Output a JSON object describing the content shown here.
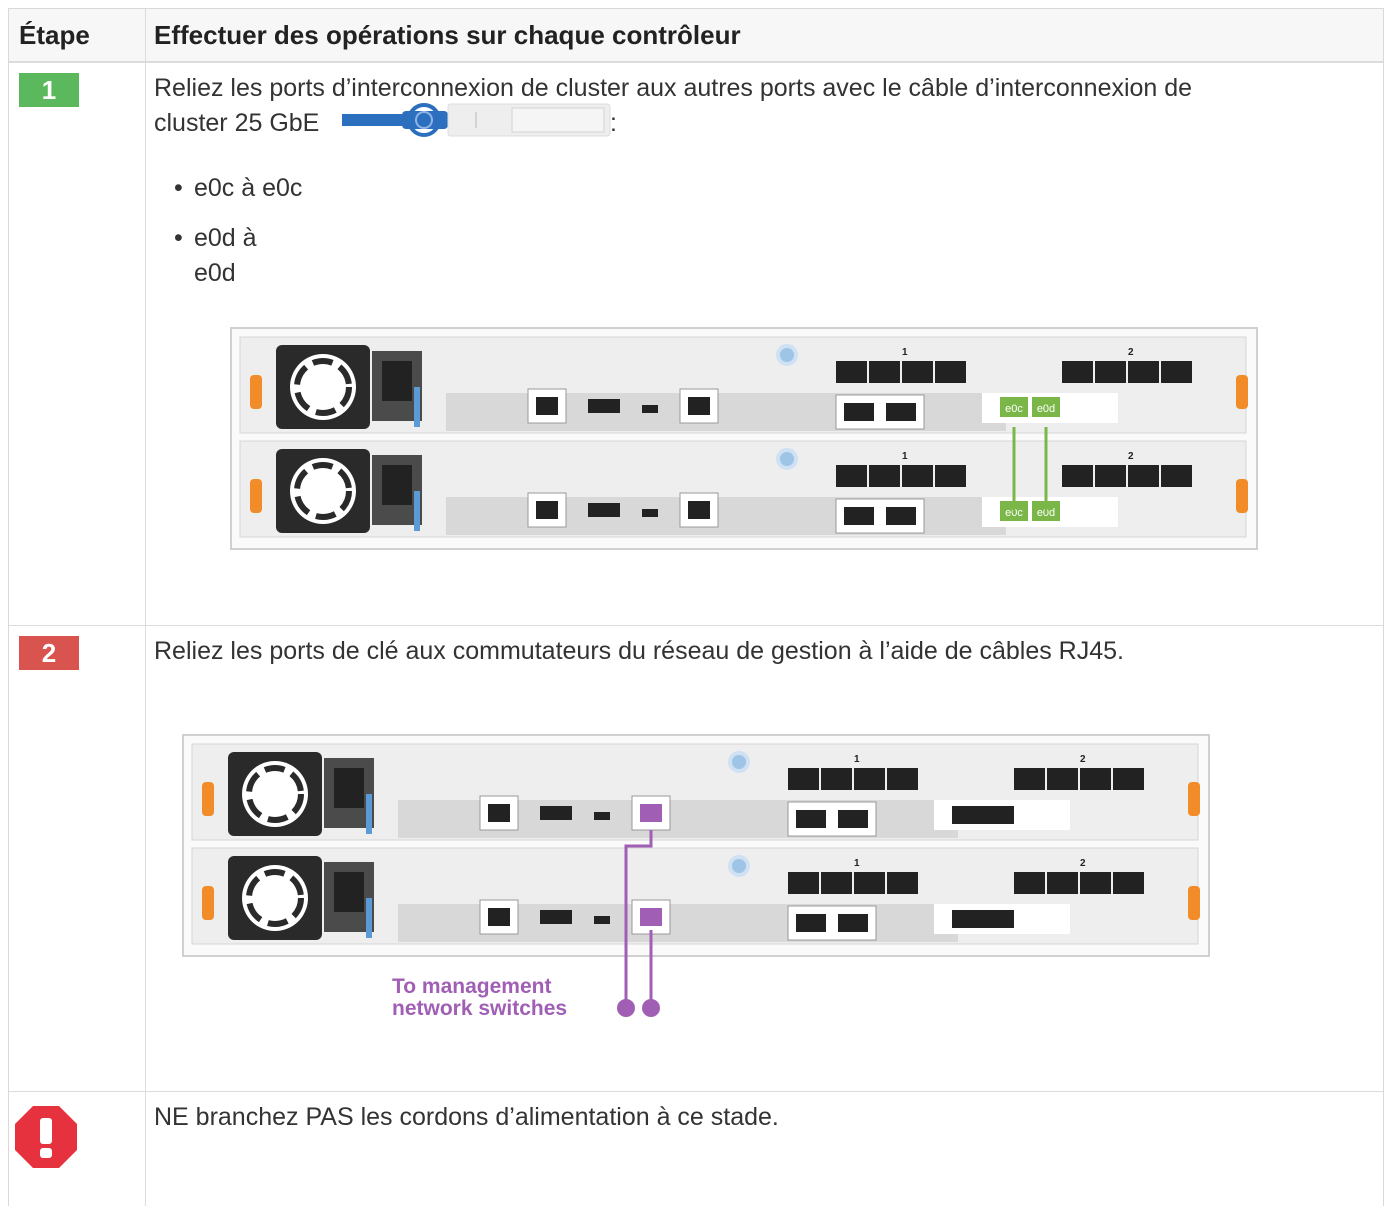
{
  "header": {
    "step_col": "Étape",
    "action_col": "Effectuer des opérations sur chaque contrôleur"
  },
  "steps": [
    {
      "number": "1",
      "text_line1": "Reliez les ports d’interconnexion de cluster aux autres ports avec le câble d’interconnexion de",
      "text_line2_prefix": "cluster 25 GbE",
      "text_line2_suffix": ":",
      "bullets": [
        "e0c à e0c",
        "e0d à",
        "e0d"
      ],
      "diagram": {
        "top_labels": [
          "1",
          "2"
        ],
        "ports": [
          "e0c",
          "e0d"
        ],
        "cable_color": "#7ab648"
      }
    },
    {
      "number": "2",
      "text": "Reliez les ports de clé aux commutateurs du réseau de gestion à l’aide de câbles RJ45.",
      "diagram": {
        "top_labels": [
          "1",
          "2"
        ],
        "caption_line1": "To management",
        "caption_line2": "network switches",
        "cable_color": "#a05fb5"
      }
    }
  ],
  "warning": {
    "icon": "stop-warning-icon",
    "text": "NE branchez PAS les cordons d’alimentation à ce stade.",
    "color": "#e5323e"
  }
}
